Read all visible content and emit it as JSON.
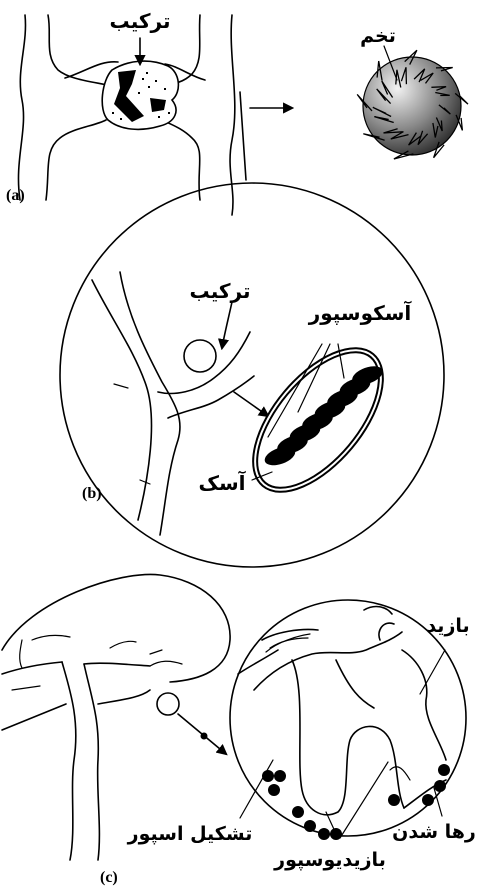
{
  "panel_a": {
    "tag": "(a)",
    "fusion_label": "ترکیب",
    "egg_label": "تخم"
  },
  "panel_b": {
    "tag": "(b)",
    "fusion_label": "ترکیب",
    "ascospore_label": "آسکوسپور",
    "ascus_label": "آسک"
  },
  "panel_c": {
    "tag": "(c)",
    "basidium_label": "بازید",
    "spore_formation_label": "تشکیل اسپور",
    "release_label": "رها شدن",
    "basidiospore_label": "بازیدیوسپور"
  },
  "colors": {
    "ink": "#000000",
    "paper": "#ffffff"
  }
}
